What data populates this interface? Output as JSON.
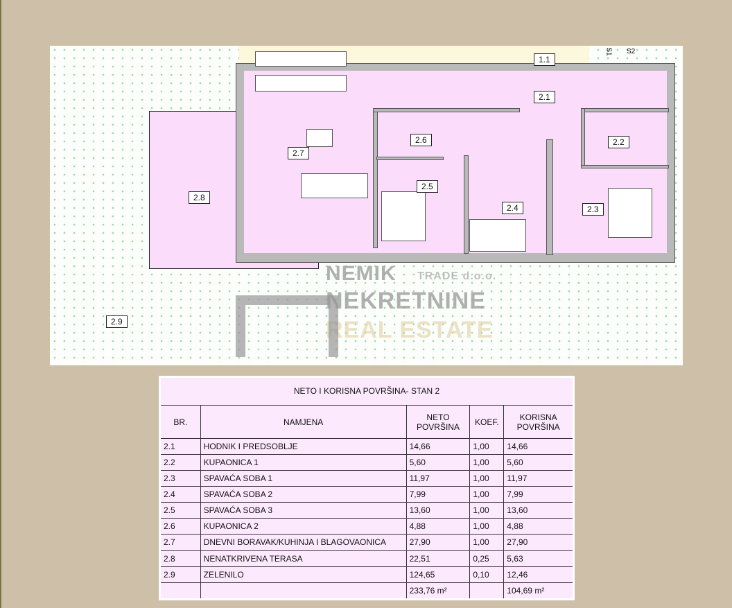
{
  "plan": {
    "labels": {
      "r11": "1.1",
      "r21": "2.1",
      "r22": "2.2",
      "r23": "2.3",
      "r24": "2.4",
      "r25": "2.5",
      "r26": "2.6",
      "r27": "2.7",
      "r28": "2.8",
      "r29": "2.9"
    },
    "section_marks": {
      "s1": "S1",
      "s2": "S2"
    },
    "watermark": {
      "line1": "NEMIK",
      "line1b": "TRADE d.o.o.",
      "line2": "NEKRETNINE",
      "line3": "REAL ESTATE"
    }
  },
  "table": {
    "title": "NETO I KORISNA POVRŠINA- STAN 2",
    "headers": [
      "BR.",
      "NAMJENA",
      "NETO POVRŠINA",
      "KOEF.",
      "KORISNA POVRŠINA"
    ],
    "rows": [
      [
        "2.1",
        "HODNIK I PREDSOBLJE",
        "14,66",
        "1,00",
        "14,66"
      ],
      [
        "2.2",
        "KUPAONICA  1",
        "5,60",
        "1,00",
        "5,60"
      ],
      [
        "2.3",
        "SPAVAĆA SOBA  1",
        "11,97",
        "1,00",
        "11,97"
      ],
      [
        "2.4",
        "SPAVAĆA SOBA  2",
        "7,99",
        "1,00",
        "7,99"
      ],
      [
        "2.5",
        "SPAVAĆA SOBA  3",
        "13,60",
        "1,00",
        "13,60"
      ],
      [
        "2.6",
        "KUPAONICA 2",
        "4,88",
        "1,00",
        "4,88"
      ],
      [
        "2.7",
        "DNEVNI BORAVAK/KUHINJA I BLAGOVAONICA",
        "27,90",
        "1,00",
        "27,90"
      ],
      [
        "2.8",
        "NENATKRIVENA TERASA",
        "22,51",
        "0,25",
        "5,63"
      ],
      [
        "2.9",
        "ZELENILO",
        "124,65",
        "0,10",
        "12,46"
      ],
      [
        "",
        "",
        "233,76 m²",
        "",
        "104,69 m²"
      ]
    ]
  }
}
